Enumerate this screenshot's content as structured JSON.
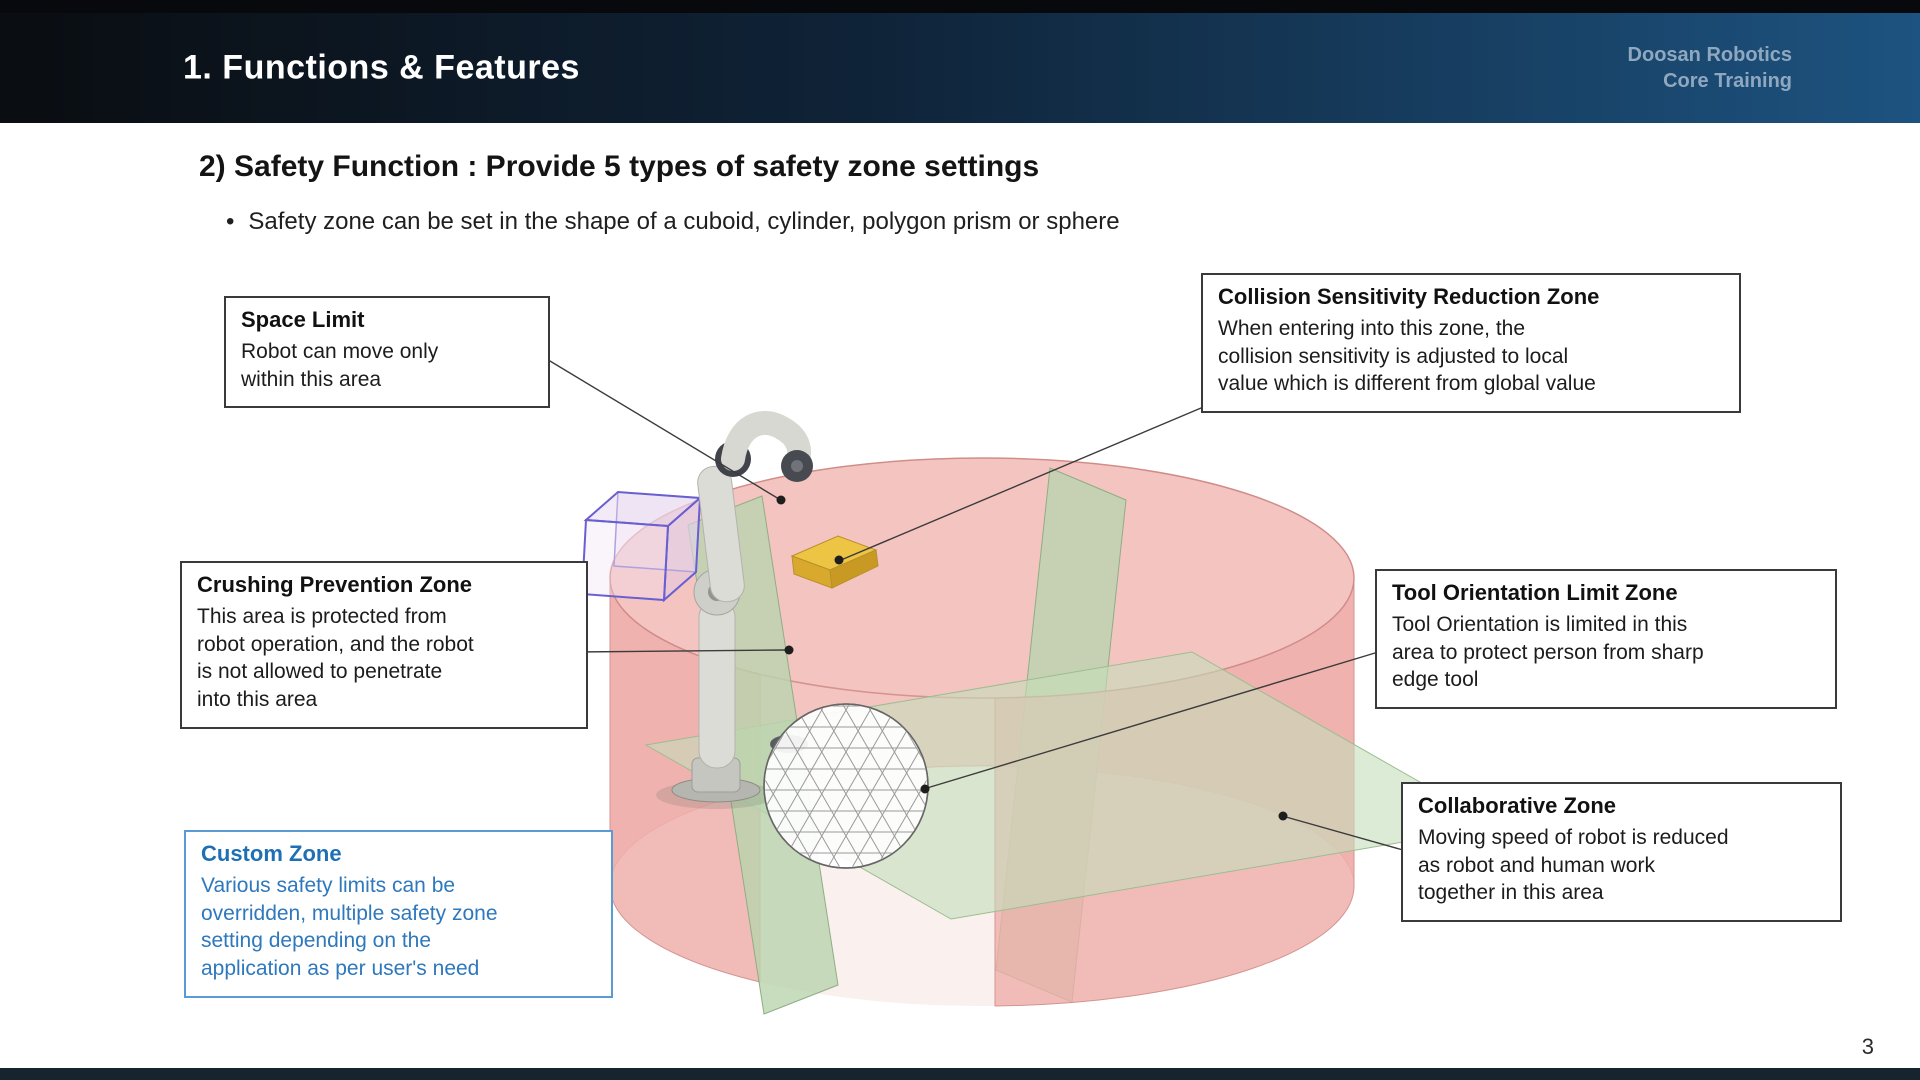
{
  "header": {
    "title": "1. Functions & Features",
    "brand_line1": "Doosan Robotics",
    "brand_line2": "Core Training"
  },
  "content": {
    "heading": "2) Safety Function : Provide 5 types of safety zone settings",
    "bullet_marker": "•",
    "bullet_text": "Safety zone can be set in the shape of a cuboid, cylinder, polygon prism or sphere"
  },
  "callouts": {
    "space_limit": {
      "title": "Space Limit",
      "body": "Robot can move only\nwithin this area"
    },
    "collision_sensitivity": {
      "title": "Collision Sensitivity Reduction Zone",
      "body": "When entering into this zone, the\ncollision sensitivity is adjusted to local\nvalue which is different from global value"
    },
    "crushing_prevention": {
      "title": "Crushing Prevention Zone",
      "body": "This area is protected from\nrobot operation, and the robot\nis not allowed to penetrate\ninto this area"
    },
    "tool_orientation": {
      "title": "Tool Orientation Limit Zone",
      "body": "Tool Orientation is limited in this\narea to protect person from sharp\nedge tool"
    },
    "collaborative": {
      "title": "Collaborative Zone",
      "body": "Moving speed of robot is reduced\nas robot and human work\ntogether in this area"
    },
    "custom": {
      "title": "Custom Zone",
      "body": "Various safety limits can be\noverridden, multiple safety zone\nsetting depending on the\napplication as per user's need"
    }
  },
  "footer": {
    "page_number": "3"
  },
  "colors": {
    "header_gradient_start": "#0a0d11",
    "header_gradient_end": "#1d5380",
    "brand_text": "#8fa8bf",
    "custom_zone_text": "#2e78bd",
    "custom_zone_border": "#5b9bd5",
    "callout_border": "#3a3a3a",
    "zone_pink": "#efaeaa",
    "zone_green": "#b9d4ae",
    "cube_purple": "#6a5fd0",
    "tool_yellow": "#eec445"
  }
}
